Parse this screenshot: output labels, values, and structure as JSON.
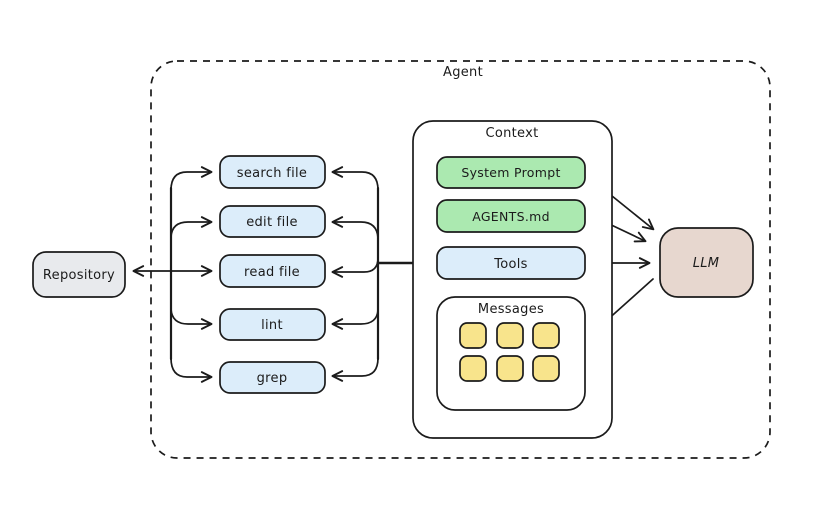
{
  "diagram": {
    "agent": {
      "label": "Agent"
    },
    "context": {
      "label": "Context"
    },
    "repository": {
      "label": "Repository",
      "fill": "#e8eaed"
    },
    "tool_nodes": [
      {
        "label": "search file",
        "fill": "#dcedfa"
      },
      {
        "label": "edit file",
        "fill": "#dcedfa"
      },
      {
        "label": "read file",
        "fill": "#dcedfa"
      },
      {
        "label": "lint",
        "fill": "#dcedfa"
      },
      {
        "label": "grep",
        "fill": "#dcedfa"
      }
    ],
    "context_items": [
      {
        "label": "System Prompt",
        "fill": "#abe9b0"
      },
      {
        "label": "AGENTS.md",
        "fill": "#abe9b0"
      },
      {
        "label": "Tools",
        "fill": "#dcedfa"
      }
    ],
    "messages": {
      "label": "Messages",
      "square_count": 6,
      "square_fill": "#f8e48c"
    },
    "llm": {
      "label": "LLM",
      "fill": "#e7d7cf"
    },
    "colors": {
      "stroke": "#1b1b1b",
      "green": "#abe9b0",
      "blue": "#dcedfa",
      "yellow": "#f8e48c",
      "gray": "#e8eaed",
      "tan": "#e7d7cf",
      "background": "#ffffff"
    },
    "edges": [
      {
        "from": "tool-hub-left",
        "to": "Repository"
      },
      {
        "from": "tool-hub-left",
        "to": "search file"
      },
      {
        "from": "tool-hub-left",
        "to": "edit file"
      },
      {
        "from": "tool-hub-left",
        "to": "read file"
      },
      {
        "from": "tool-hub-left",
        "to": "lint"
      },
      {
        "from": "tool-hub-left",
        "to": "grep"
      },
      {
        "from": "tool-hub-right",
        "to": "search file"
      },
      {
        "from": "tool-hub-right",
        "to": "edit file"
      },
      {
        "from": "tool-hub-right",
        "to": "read file"
      },
      {
        "from": "tool-hub-right",
        "to": "lint"
      },
      {
        "from": "tool-hub-right",
        "to": "grep"
      },
      {
        "from": "tool-hub-right",
        "to": "Tools"
      },
      {
        "from": "System Prompt",
        "to": "LLM"
      },
      {
        "from": "AGENTS.md",
        "to": "LLM"
      },
      {
        "from": "Tools",
        "to": "LLM"
      },
      {
        "from": "LLM",
        "to": "Messages"
      },
      {
        "from": "Tools",
        "to": "Messages"
      },
      {
        "from": "Messages",
        "to": "Tools"
      }
    ]
  }
}
